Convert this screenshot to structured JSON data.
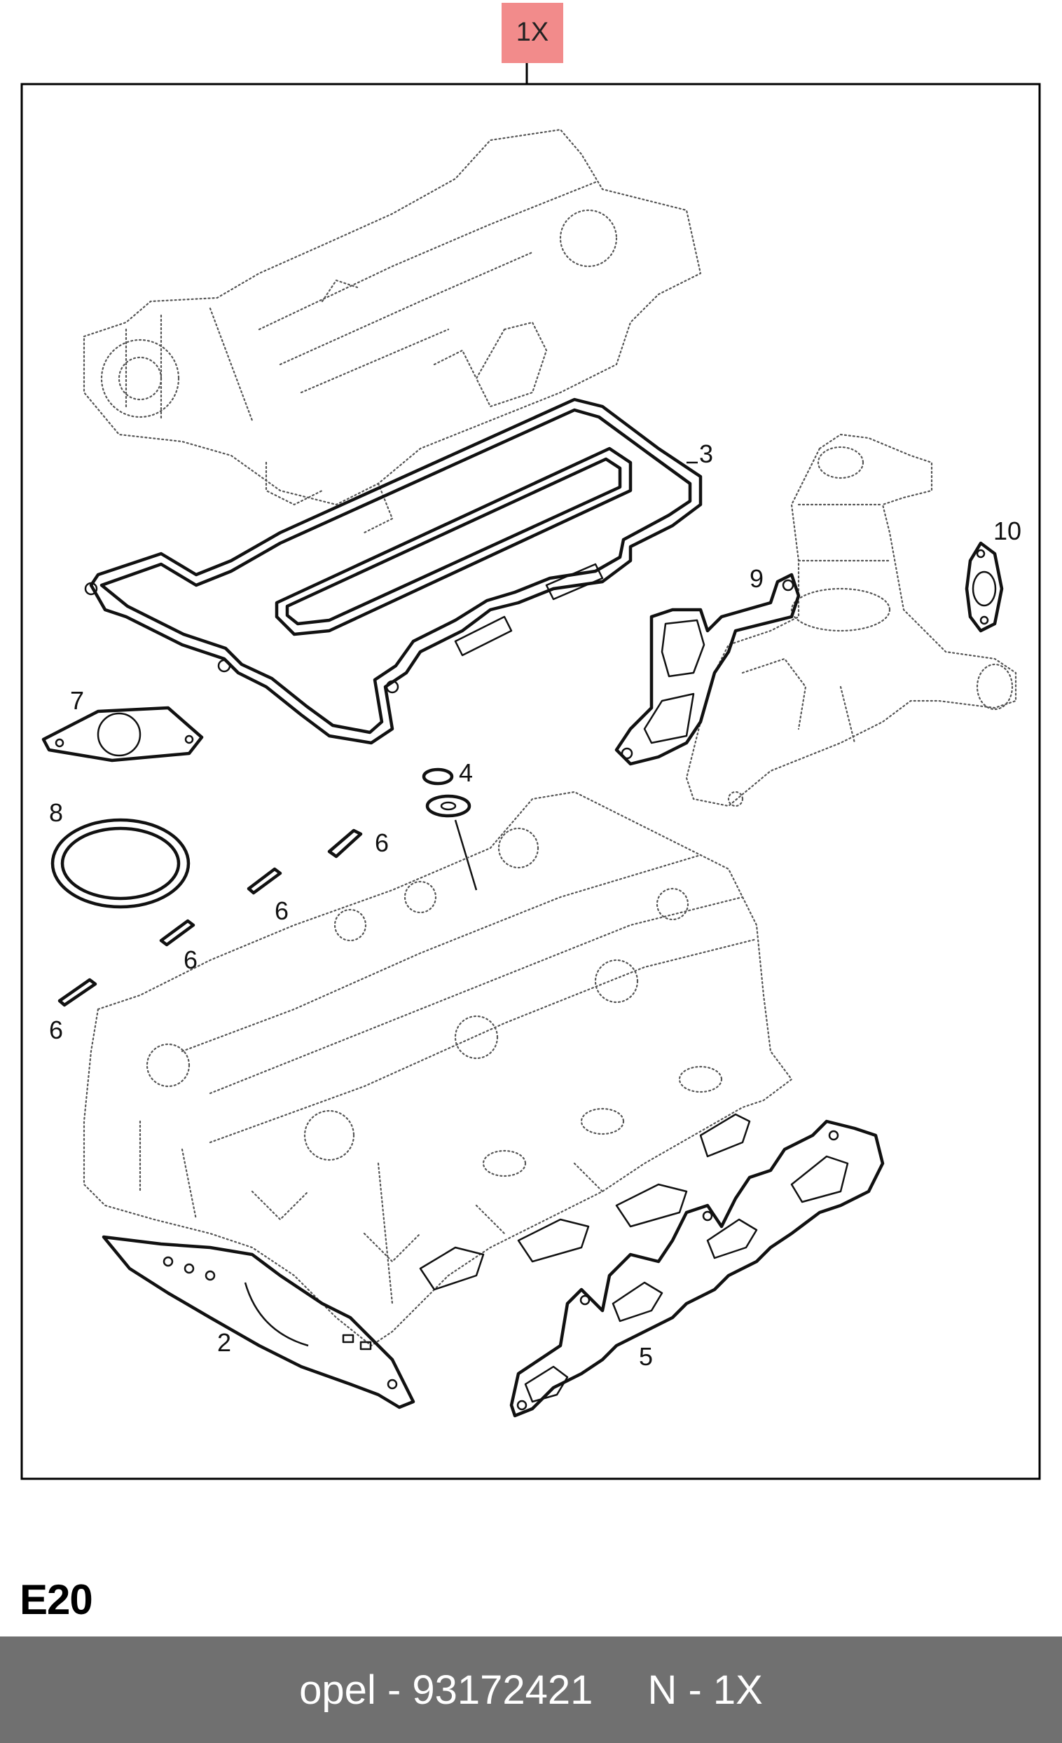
{
  "diagram": {
    "quantity_tag": "1X",
    "callouts": [
      {
        "id": "3",
        "label": "3"
      },
      {
        "id": "10",
        "label": "10"
      },
      {
        "id": "9",
        "label": "9"
      },
      {
        "id": "7",
        "label": "7"
      },
      {
        "id": "4",
        "label": "4"
      },
      {
        "id": "8",
        "label": "8"
      },
      {
        "id": "6a",
        "label": "6"
      },
      {
        "id": "6b",
        "label": "6"
      },
      {
        "id": "6c",
        "label": "6"
      },
      {
        "id": "6d",
        "label": "6"
      },
      {
        "id": "2",
        "label": "2"
      },
      {
        "id": "5",
        "label": "5"
      }
    ],
    "colors": {
      "tag_fill": "#f28b8b",
      "frame": "#000000",
      "footer_bg": "#707070"
    }
  },
  "page_code": "E20",
  "footer": {
    "part_text": "opel - 93172421",
    "qty_text": "N - 1X"
  }
}
